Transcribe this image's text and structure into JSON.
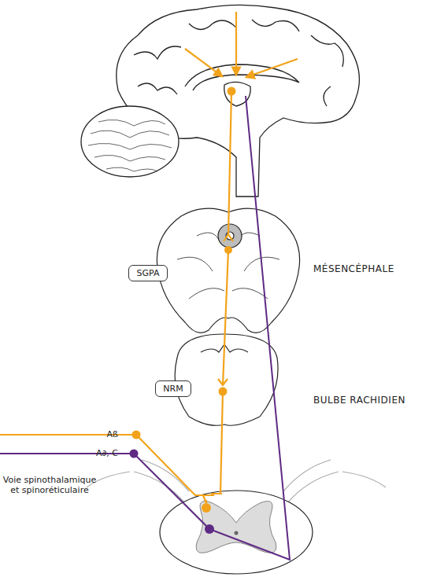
{
  "diagram": {
    "nodes": [
      {
        "text": [
          "SGPA"
        ]
      },
      {
        "text": [
          "NRM"
        ]
      }
    ],
    "labels": [
      "MÉSENCÉPHALE",
      "BULBE RACHIDIEN",
      "Aß",
      "A∂, C",
      "Voie spinothalamique et spinoréticulaire"
    ]
  }
}
